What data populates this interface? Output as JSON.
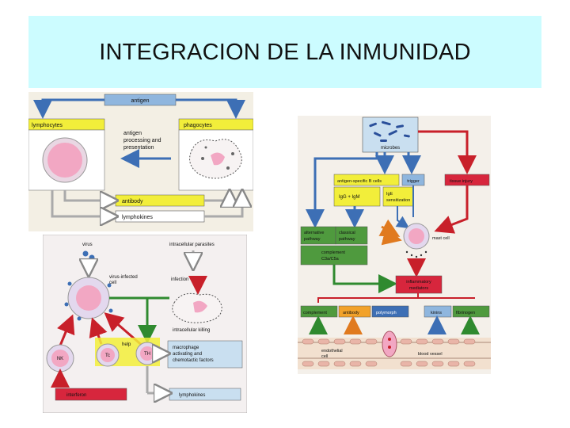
{
  "title": "INTEGRACION DE LA INMUNIDAD",
  "colors": {
    "title_bg": "#ccfcff",
    "yellow": "#f2ee3a",
    "blue_box": "#8fb6de",
    "green_box": "#4f9a3e",
    "red_box": "#d7263d",
    "pink_cell": "#f2a7c3",
    "orange_box": "#f2a22a",
    "arrow_blue": "#3d6fb5",
    "arrow_red": "#c8202a",
    "arrow_green": "#2f8a2f"
  },
  "panel1": {
    "antigen": "antigen",
    "lymphocytes": "lymphocytes",
    "phagocytes": "phagocytes",
    "processing": [
      "antigen",
      "processing and",
      "presentation"
    ],
    "antibody": "antibody",
    "lymphokines": "lymphokines"
  },
  "panel2": {
    "virus": "virus",
    "intracellular_parasites": "intracellular parasites",
    "virus_infected": [
      "virus-infected",
      "cell"
    ],
    "infection": "infection",
    "intracellular_killing": "intracellular killing",
    "help": "help",
    "nk": "NK",
    "tc": "Tc",
    "th": "TH",
    "macrophage": [
      "macrophage",
      "activating and",
      "chemotactic factors"
    ],
    "interferon": "interferon",
    "lymphokines": "lymphokines"
  },
  "panel3": {
    "microbes": "microbes",
    "b_cells": "antigen-specific B cells",
    "trigger": "trigger",
    "tissue_injury": "tissue injury",
    "igg_igm": "IgG + IgM",
    "ige": [
      "IgE",
      "sensitization"
    ],
    "alt_pathway": [
      "alternative",
      "pathway"
    ],
    "classical_pathway": [
      "classical",
      "pathway"
    ],
    "complement_c3": [
      "complement",
      "C3a/C5a"
    ],
    "mast_cell": "mast cell",
    "inflammatory": [
      "inflammatory",
      "mediators"
    ],
    "complement": "complement",
    "antibody": "antibody",
    "polymorph": "polymorph",
    "kinins": "kinins",
    "fibrinogen": "fibrinogen",
    "endothelial": [
      "endothelial",
      "cell"
    ],
    "blood_vessel": "blood vessel"
  }
}
